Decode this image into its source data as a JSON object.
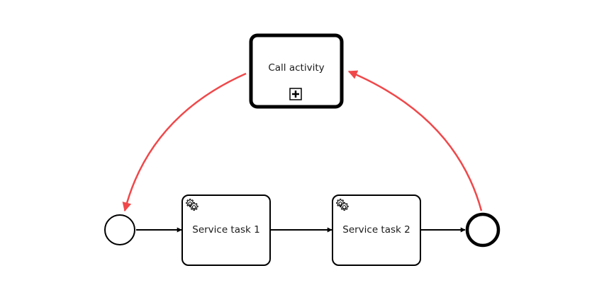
{
  "diagram": {
    "call_activity": {
      "label": "Call activity",
      "marker_icon": "collapsed-subprocess-plus-icon"
    },
    "service_task_1": {
      "label": "Service task 1",
      "icon": "gear-icon"
    },
    "service_task_2": {
      "label": "Service task 2",
      "icon": "gear-icon"
    },
    "start_event": {
      "type": "start-event"
    },
    "end_event": {
      "type": "end-event"
    },
    "colors": {
      "stroke": "#000000",
      "highlight_arrow": "#f0484a"
    }
  }
}
